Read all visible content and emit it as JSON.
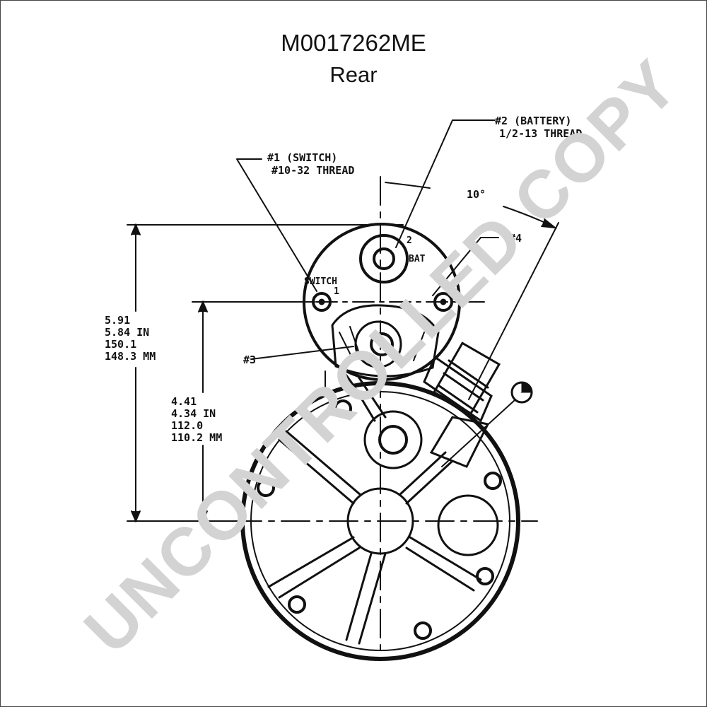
{
  "header": {
    "part_number": "M0017262ME",
    "view": "Rear"
  },
  "terminals": {
    "t1_name": "#1 (SWITCH)",
    "t1_thread": "#10-32 THREAD",
    "t2_name": "#2 (BATTERY)",
    "t2_thread": "1/2-13 THREAD",
    "t3_name": "#3",
    "t4_name": "#4",
    "switch_label": "SWITCH",
    "switch_num": "1",
    "bat_label": "BAT",
    "bat_num": "2"
  },
  "angle": "10°",
  "dim_overall": {
    "l1": "5.91",
    "l2": "5.84 IN",
    "l3": "150.1",
    "l4": "148.3 MM"
  },
  "dim_center": {
    "l1": "4.41",
    "l2": "4.34 IN",
    "l3": "112.0",
    "l4": "110.2 MM"
  },
  "watermark": "UNCONTROLLED COPY",
  "colors": {
    "line": "#111111",
    "watermark": "#d3d3d3"
  }
}
